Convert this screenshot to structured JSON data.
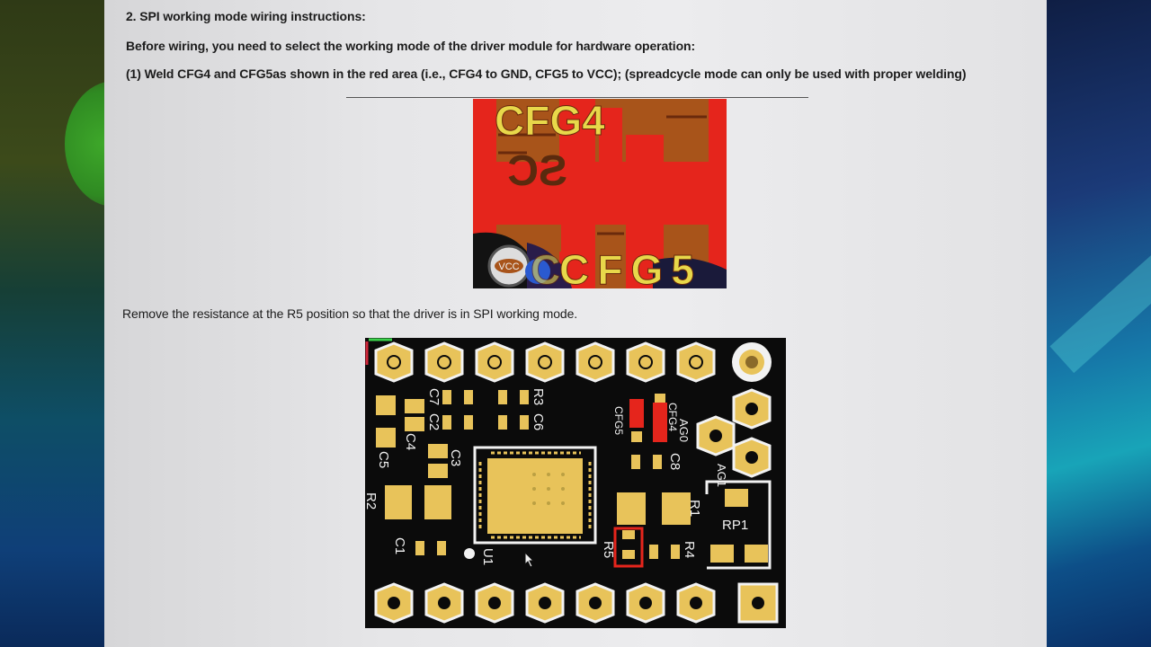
{
  "document": {
    "heading": "2. SPI working mode wiring instructions:",
    "intro": "Before wiring, you need to select the working mode of the driver module for hardware operation:",
    "step1": "(1) Weld CFG4 and CFG5as shown in the red area (i.e., CFG4 to GND, CFG5 to VCC); (spreadcycle mode can only be used with proper welding)",
    "remove_note": "Remove the resistance at the R5 position so that the driver is in SPI working mode."
  },
  "figure_zoom": {
    "label_top": "CFG4",
    "label_bottom": "CFG5",
    "label_bottom_prefix": "C",
    "vcc_label": "VCC",
    "mirrored_text": "SC"
  },
  "figure_board": {
    "labels": {
      "c7": "C7",
      "c2": "C2",
      "c4": "C4",
      "c5": "C5",
      "c3": "C3",
      "r3": "R3",
      "c6": "C6",
      "cfg5": "CFG5",
      "cfg4": "CFG4",
      "ag0": "AG0",
      "c8": "C8",
      "ag1": "AG1",
      "r2": "R2",
      "r1": "R1",
      "rp1": "RP1",
      "c1": "C1",
      "u1": "U1",
      "r5": "R5",
      "r4": "R4"
    }
  },
  "colors": {
    "page": "#ececee",
    "text": "#1c1c1c",
    "pcb_black": "#0b0b0b",
    "pad_gold": "#e8c35a",
    "copper_red": "#e5251c",
    "silk_white": "#f2f2f2",
    "zoom_brown": "#a8541a",
    "zoom_yellow": "#e8d84a"
  }
}
